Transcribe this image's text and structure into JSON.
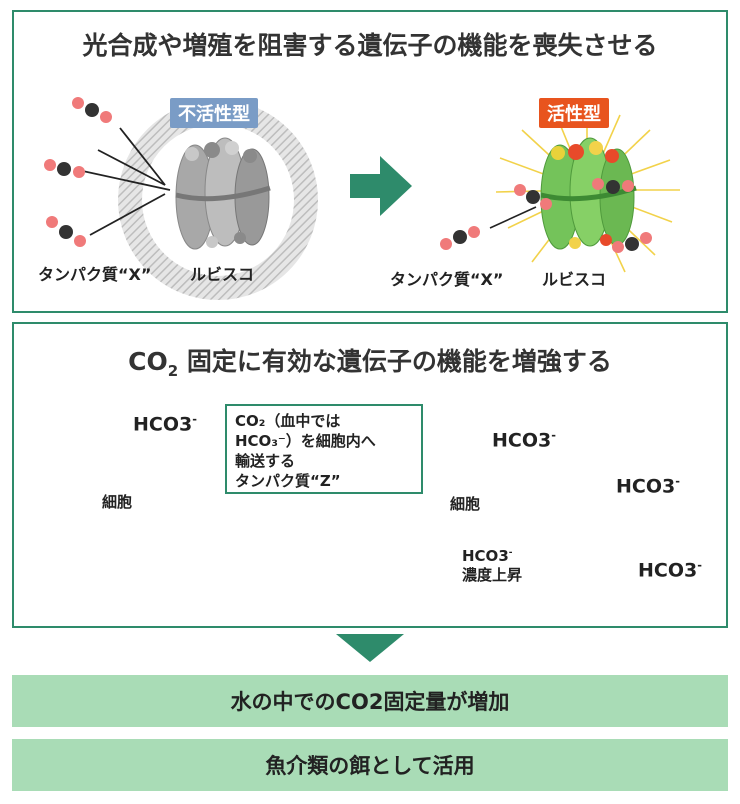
{
  "top_panel": {
    "title": "光合成や増殖を阻害する遺伝子の機能を喪失させる",
    "inactive_badge": "不活性型",
    "active_badge": "活性型",
    "protein_label_left": "タンパク質“X”",
    "rubisco_label_left": "ルビスコ",
    "protein_label_right": "タンパク質“X”",
    "rubisco_label_right": "ルビスコ"
  },
  "middle_panel": {
    "title_co": "CO",
    "title_sub": "2",
    "title_rest": " 固定に有効な遺伝子の機能を増強する",
    "hco3_left": "HCO3",
    "hco3_sup": "-",
    "callout_line1": "CO₂（血中では",
    "callout_line2": "HCO₃⁻）を細胞内へ",
    "callout_line3": "輸送する",
    "callout_line4": "タンパク質“Z”",
    "cell_label_left": "細胞",
    "cell_label_right": "細胞",
    "hco3_right_top": "HCO3",
    "hco3_right_mid": "HCO3",
    "hco3_right_low": "HCO3",
    "conc_line1": "HCO3",
    "conc_line2": "濃度上昇"
  },
  "bottom_bars": {
    "result1": "水の中でのCO2固定量が増加",
    "result2": "魚介類の餌として活用"
  },
  "colors": {
    "frame": "#2e8b6b",
    "arrow": "#2e8b6b",
    "inactive": "#7a9cc6",
    "active": "#e8541e",
    "cell": "#a9d97a",
    "result_bar": "#a9dcb6"
  }
}
